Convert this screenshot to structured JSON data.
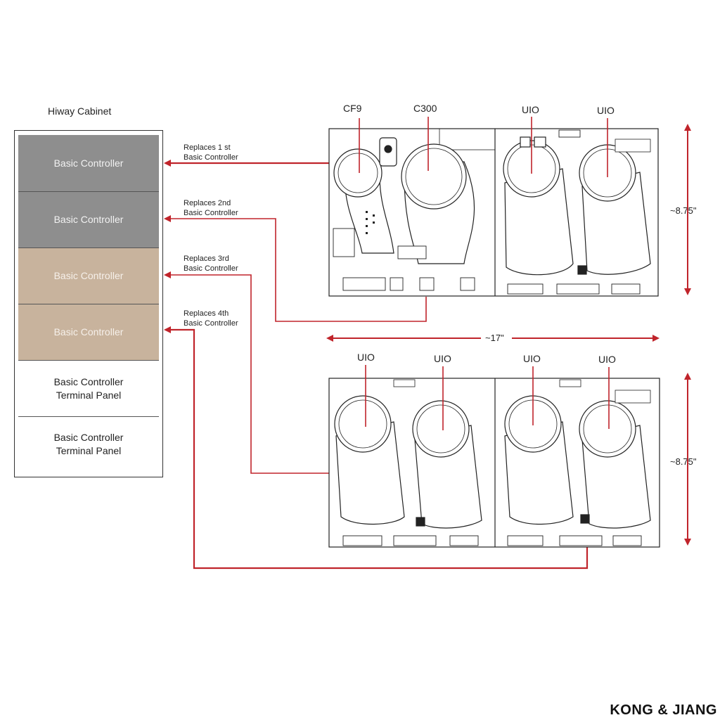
{
  "cabinet": {
    "title": "Hiway Cabinet",
    "slots": [
      {
        "label": "Basic Controller",
        "style": "gray"
      },
      {
        "label": "Basic Controller",
        "style": "gray"
      },
      {
        "label": "Basic Controller",
        "style": "tan"
      },
      {
        "label": "Basic Controller",
        "style": "tan"
      },
      {
        "label": "Basic Controller\nTerminal Panel",
        "style": "white"
      },
      {
        "label": "Basic Controller\nTerminal Panel",
        "style": "white"
      }
    ]
  },
  "replaces": [
    "Replaces 1 st\nBasic Controller",
    "Replaces 2nd\nBasic Controller",
    "Replaces 3rd\nBasic Controller",
    "Replaces 4th\nBasic Controller"
  ],
  "top_assembly": {
    "callouts": [
      "CF9",
      "C300",
      "UIO",
      "UIO"
    ],
    "height": "~8.75\""
  },
  "bottom_assembly": {
    "callouts": [
      "UIO",
      "UIO",
      "UIO",
      "UIO"
    ],
    "height": "~8.75\""
  },
  "width": "~17\"",
  "brand": "KONG & JIANG",
  "colors": {
    "arrow": "#c0242b",
    "gray_slot": "#8e8e8e",
    "tan_slot": "#c8b39d"
  }
}
